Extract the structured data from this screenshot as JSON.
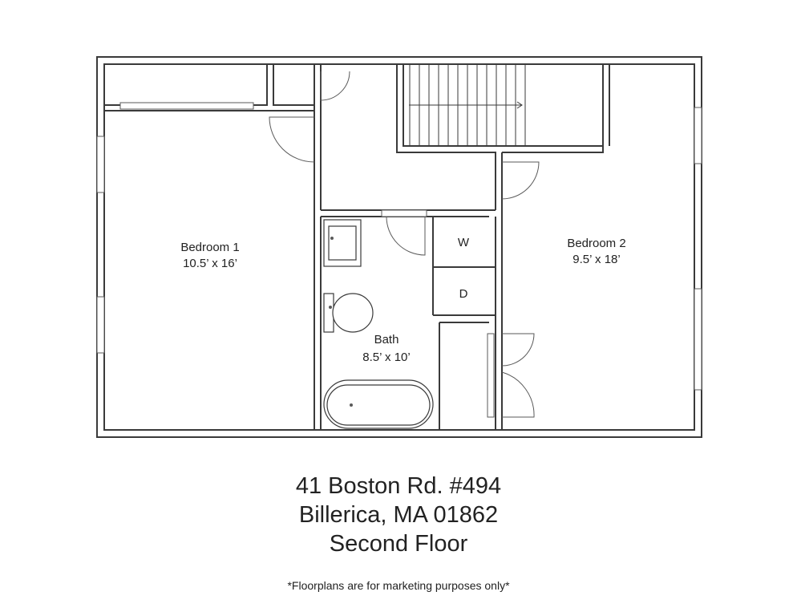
{
  "rooms": {
    "bedroom1": {
      "name": "Bedroom 1",
      "size": "10.5’ x 16’"
    },
    "bedroom2": {
      "name": "Bedroom 2",
      "size": "9.5’ x 18’"
    },
    "bath": {
      "name": "Bath",
      "size": "8.5’ x 10’"
    },
    "washer": "W",
    "dryer": "D"
  },
  "caption": {
    "address_line1": "41 Boston Rd. #494",
    "address_line2": "Billerica, MA 01862",
    "floor": "Second Floor",
    "disclaimer": "*Floorplans are for marketing purposes only*"
  },
  "colors": {
    "wall": "#3a3a3a",
    "wall_fill": "#ffffff",
    "text": "#222222"
  }
}
